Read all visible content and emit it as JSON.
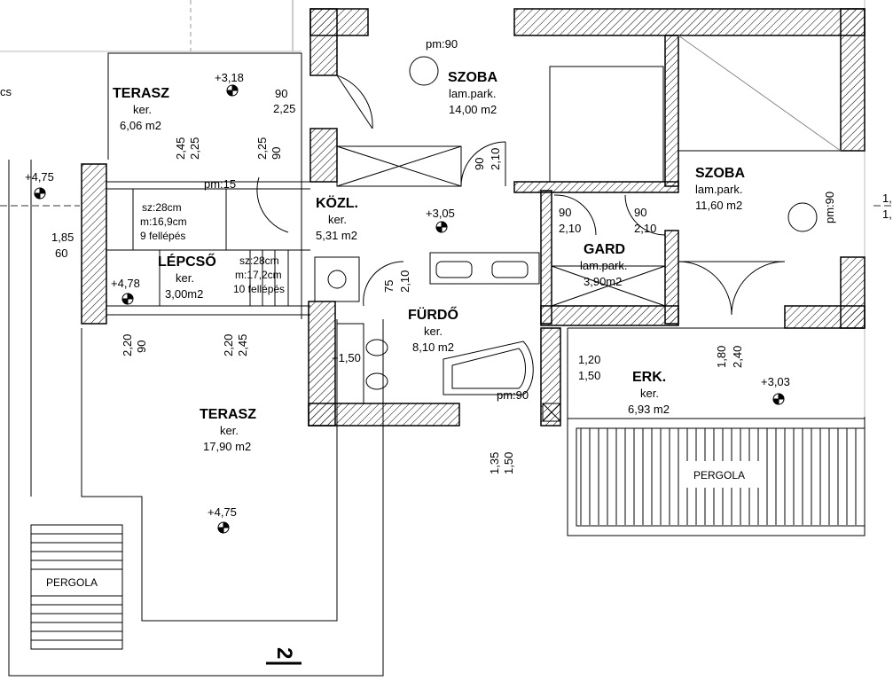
{
  "rooms": {
    "szoba1": {
      "name": "SZOBA",
      "floor": "lam.park.",
      "area": "14,00 m2"
    },
    "szoba2": {
      "name": "SZOBA",
      "floor": "lam.park.",
      "area": "11,60 m2"
    },
    "terasz_top": {
      "name": "TERASZ",
      "floor": "ker.",
      "area": "6,06 m2"
    },
    "kozl": {
      "name": "KÖZL.",
      "floor": "ker.",
      "area": "5,31 m2"
    },
    "gard": {
      "name": "GARD",
      "floor": "lam.park.",
      "area": "3,90m2"
    },
    "lepcso": {
      "name": "LÉPCSŐ",
      "floor": "ker.",
      "area": "3,00m2"
    },
    "furdo": {
      "name": "FÜRDŐ",
      "floor": "ker.",
      "area": "8,10 m2"
    },
    "erk": {
      "name": "ERK.",
      "floor": "ker.",
      "area": "6,93 m2"
    },
    "terasz_big": {
      "name": "TERASZ",
      "floor": "ker.",
      "area": "17,90 m2"
    }
  },
  "pergolas": [
    "PERGOLA",
    "PERGOLA"
  ],
  "levels": [
    "+3,18",
    "+4,75",
    "+3,05",
    "+4,78",
    "+1,50",
    "+3,03",
    "+4,75"
  ],
  "stairs": {
    "upper": [
      "sz:28cm",
      "m:16,9cm",
      "9 fellépés"
    ],
    "lower": [
      "sz:28cm",
      "m:17,2cm",
      "10 fellépés"
    ]
  },
  "dims": {
    "pm90_top": "pm:90",
    "pm15": "pm:15",
    "pm90_right": "pm:90",
    "pm90_bath": "pm:90",
    "d_90a": "90",
    "d_225a": "2,25",
    "d_245a": "2,45",
    "d_225b": "2,25",
    "d_90b": "90",
    "d_225c": "2,25",
    "d_185": "1,85",
    "d_60": "60",
    "d_90c": "90",
    "d_210a": "2,10",
    "d_90d": "90",
    "d_210b": "2,10",
    "d_90e": "90",
    "d_210c": "2,10",
    "d_75": "75",
    "d_210d": "2,10",
    "d_220a": "2,20",
    "d_90f": "90",
    "d_220b": "2,20",
    "d_245b": "2,45",
    "d_120": "1,20",
    "d_150a": "1,50",
    "d_180": "1,80",
    "d_240": "2,40",
    "d_135": "1,35",
    "d_150b": "1,50",
    "edge_cs": "cs",
    "edge_1a": "1,",
    "edge_1b": "1,"
  },
  "section_marker": "2"
}
